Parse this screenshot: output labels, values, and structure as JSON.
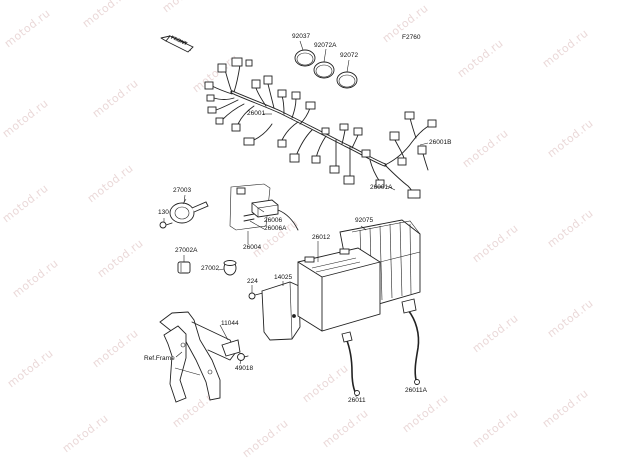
{
  "watermark": "motod.ru",
  "figure_code": "F2760",
  "front_tag": "FRONT",
  "parts": {
    "p92037": "92037",
    "p92072a": "92072A",
    "p92072": "92072",
    "p26001": "26001",
    "p26001b": "26001B",
    "p26001a": "26001A",
    "p27003": "27003",
    "p130": "130",
    "p26006": "26006",
    "p26006a": "26006A",
    "p26004": "26004",
    "p92075": "92075",
    "p26012": "26012",
    "p27002a": "27002A",
    "p27002": "27002",
    "p224": "224",
    "p14025": "14025",
    "p11044": "11044",
    "p49018": "49018",
    "p26011": "26011",
    "p26011a": "26011A",
    "ref_frame": "Ref.Frame"
  }
}
